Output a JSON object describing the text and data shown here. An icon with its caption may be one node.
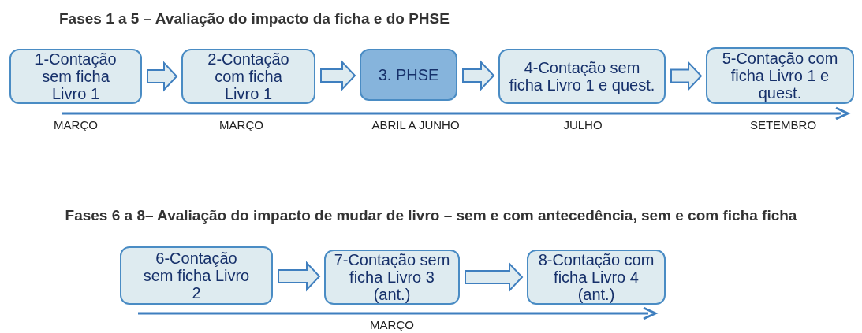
{
  "diagram": {
    "title": "Fases 1 a 5 – Avaliação do impacto da ficha e do PHSE",
    "nodes": [
      {
        "text": [
          "1-Contação sem ficha Livro 1"
        ]
      },
      {
        "text": [
          "2-Contação com ficha Livro 1"
        ]
      },
      {
        "text": [
          "3. PHSE"
        ]
      },
      {
        "text": [
          "4-Contação sem ficha Livro 1 e quest."
        ]
      },
      {
        "text": [
          "5-Contação com ficha Livro 1 e quest."
        ]
      },
      {
        "text": [
          "6-Contação sem ficha Livro 2"
        ]
      },
      {
        "text": [
          "7-Contação sem ficha Livro 3 (ant.)"
        ]
      },
      {
        "text": [
          "8-Contação com ficha Livro 4 (ant.)"
        ]
      }
    ],
    "edges": [
      {
        "from": 0,
        "to": 1,
        "arrow": "to"
      },
      {
        "from": 1,
        "to": 2,
        "arrow": "to"
      },
      {
        "from": 2,
        "to": 3,
        "arrow": "to"
      },
      {
        "from": 3,
        "to": 4,
        "arrow": "to"
      },
      {
        "from": 5,
        "to": 6,
        "arrow": "to"
      },
      {
        "from": 6,
        "to": 7,
        "arrow": "to"
      }
    ],
    "labels": [
      "MARÇO",
      "MARÇO",
      "ABRIL A JUNHO",
      "JULHO",
      "SETEMBRO",
      "Fases 6 a 8– Avaliação do impacto de mudar de livro – sem e com antecedência, sem e com ficha ficha",
      "MARÇO"
    ]
  }
}
